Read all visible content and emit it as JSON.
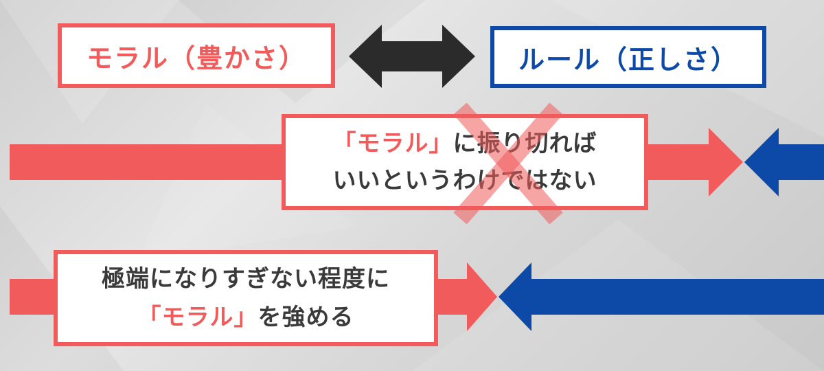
{
  "top": {
    "moral_label": "モラル（豊かさ）",
    "rule_label": "ルール（正しさ）"
  },
  "middle": {
    "quote_open": "「",
    "quote_word": "モラル",
    "quote_close": "」",
    "line1_rest": "に振り切れば",
    "line2": "いいというわけではない"
  },
  "bottom": {
    "line1": "極端になりすぎない程度に",
    "quote_open": "「",
    "quote_word": "モラル",
    "quote_close": "」",
    "line2_rest": "を強める"
  },
  "colors": {
    "red": "#f15b5b",
    "blue": "#0d4aa8",
    "dark": "#333333"
  },
  "icons": {
    "double_arrow": "double-arrow-icon",
    "cross": "cross-icon"
  }
}
